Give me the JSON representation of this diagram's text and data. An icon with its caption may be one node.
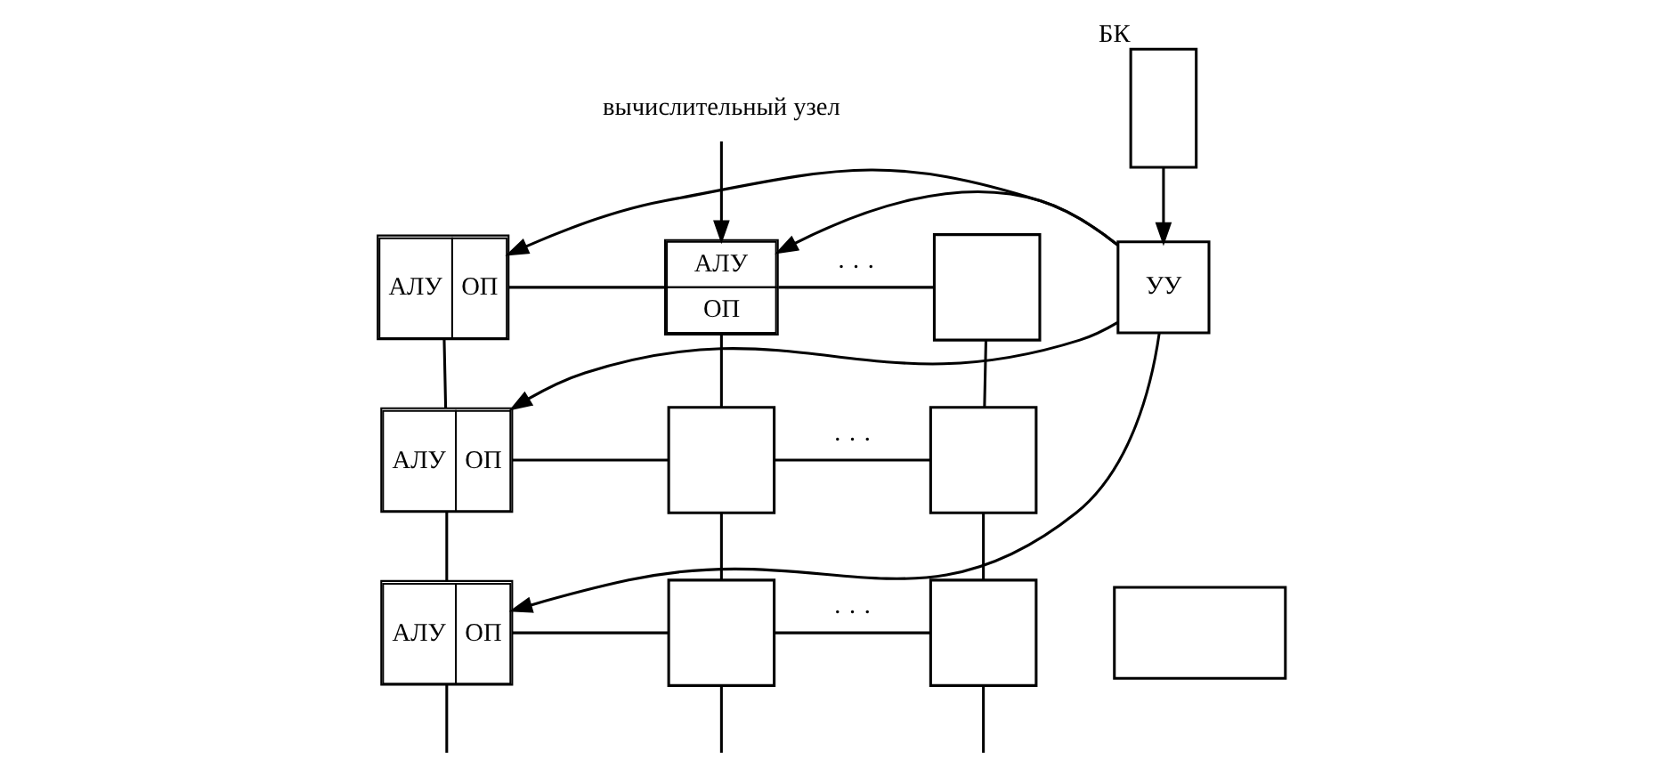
{
  "diagram": {
    "nodes": [
      {
        "text": [
          "АЛУ",
          "ОП"
        ]
      },
      {
        "text": [
          "АЛУ",
          "ОП"
        ]
      },
      {
        "text": [],
        "shape": "box"
      },
      {
        "text": [
          "АЛУ",
          "ОП"
        ]
      },
      {
        "text": [],
        "shape": "box"
      },
      {
        "text": [],
        "shape": "box"
      },
      {
        "text": [
          "АЛУ",
          "ОП"
        ]
      },
      {
        "text": [],
        "shape": "box"
      },
      {
        "text": [],
        "shape": "box"
      },
      {
        "text": [
          "УУ"
        ]
      },
      {
        "text": [],
        "shape": "box",
        "beside": [
          "БК"
        ]
      },
      {
        "text": [],
        "shape": "box"
      },
      {
        "text": [
          "вычислительный узел"
        ]
      }
    ],
    "edges": [
      {
        "from": 0,
        "to": 1,
        "arrow": "none"
      },
      {
        "from": 1,
        "to": 2,
        "arrow": "none",
        "label": "· · ·"
      },
      {
        "from": 3,
        "to": 4,
        "arrow": "none"
      },
      {
        "from": 4,
        "to": 5,
        "arrow": "none",
        "label": "· · ·"
      },
      {
        "from": 6,
        "to": 7,
        "arrow": "none"
      },
      {
        "from": 7,
        "to": 8,
        "arrow": "none",
        "label": "· · ·"
      },
      {
        "from": 0,
        "to": 3,
        "arrow": "none"
      },
      {
        "from": 3,
        "to": 6,
        "arrow": "none"
      },
      {
        "from": 1,
        "to": 4,
        "arrow": "none"
      },
      {
        "from": 4,
        "to": 7,
        "arrow": "none"
      },
      {
        "from": 2,
        "to": 5,
        "arrow": "none"
      },
      {
        "from": 5,
        "to": 8,
        "arrow": "none"
      },
      {
        "from": 6,
        "to": null,
        "arrow": "none"
      },
      {
        "from": 7,
        "to": null,
        "arrow": "none"
      },
      {
        "from": 8,
        "to": null,
        "arrow": "none"
      },
      {
        "from": 9,
        "to": 0,
        "arrow": "to"
      },
      {
        "from": 9,
        "to": 1,
        "arrow": "to"
      },
      {
        "from": 9,
        "to": 3,
        "arrow": "to"
      },
      {
        "from": 9,
        "to": 6,
        "arrow": "to"
      },
      {
        "from": 10,
        "to": 9,
        "arrow": "to"
      },
      {
        "from": 12,
        "to": 1,
        "arrow": "to"
      }
    ]
  }
}
